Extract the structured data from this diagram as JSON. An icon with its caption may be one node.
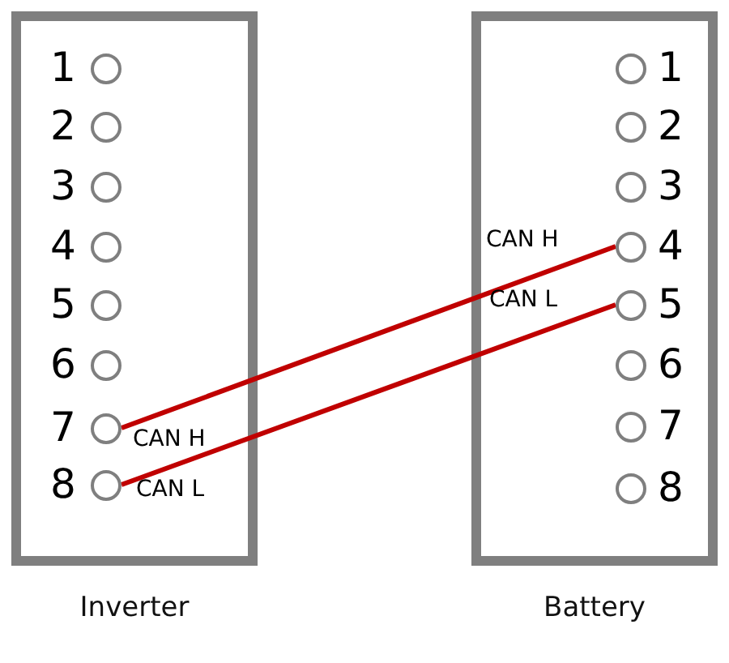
{
  "diagram": {
    "nodes": [
      {
        "text": [
          "Inverter"
        ]
      },
      {
        "text": [
          "1"
        ],
        "in": 0
      },
      {
        "text": [
          "2"
        ],
        "in": 0
      },
      {
        "text": [
          "3"
        ],
        "in": 0
      },
      {
        "text": [
          "4"
        ],
        "in": 0
      },
      {
        "text": [
          "5"
        ],
        "in": 0
      },
      {
        "text": [
          "6"
        ],
        "in": 0
      },
      {
        "text": [
          "7"
        ],
        "in": 0,
        "beside": [
          "CAN H"
        ]
      },
      {
        "text": [
          "8"
        ],
        "in": 0,
        "beside": [
          "CAN L"
        ]
      },
      {
        "text": [
          "Battery"
        ]
      },
      {
        "text": [
          "1"
        ],
        "in": 9
      },
      {
        "text": [
          "2"
        ],
        "in": 9
      },
      {
        "text": [
          "3"
        ],
        "in": 9
      },
      {
        "text": [
          "4"
        ],
        "in": 9,
        "beside": [
          "CAN H"
        ]
      },
      {
        "text": [
          "5"
        ],
        "in": 9,
        "beside": [
          "CAN L"
        ]
      },
      {
        "text": [
          "6"
        ],
        "in": 9
      },
      {
        "text": [
          "7"
        ],
        "in": 9
      },
      {
        "text": [
          "8"
        ],
        "in": 9
      }
    ],
    "edges": [
      {
        "from": 7,
        "to": 13,
        "arrow": "none"
      },
      {
        "from": 8,
        "to": 14,
        "arrow": "none"
      }
    ]
  }
}
